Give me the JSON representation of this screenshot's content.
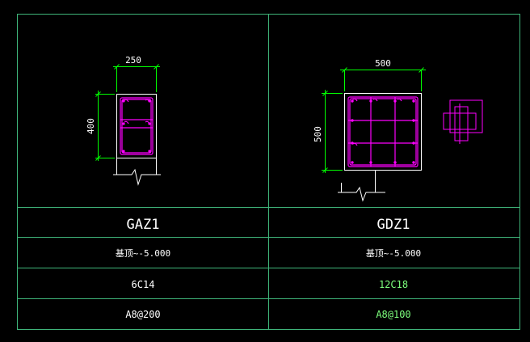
{
  "colors": {
    "background": "#000000",
    "grid_line": "#3fb57a",
    "outline": "#ffffff",
    "rebar": "#ff00ff",
    "dimension": "#00ff00",
    "text_white": "#ffffff",
    "text_green": "#7dff7d"
  },
  "columns": [
    {
      "name": "GAZ1",
      "dim_width": "250",
      "dim_height": "400",
      "elevation": "基顶~-5.000",
      "longitudinal_rebar": "6C14",
      "stirrup": "A8@200"
    },
    {
      "name": "GDZ1",
      "dim_width": "500",
      "dim_height": "500",
      "elevation": "基顶~-5.000",
      "longitudinal_rebar": "12C18",
      "stirrup": "A8@100"
    }
  ]
}
